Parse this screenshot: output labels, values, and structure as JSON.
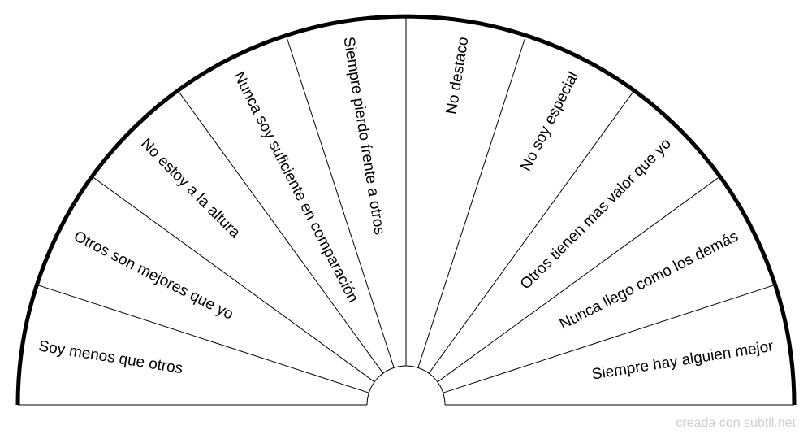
{
  "diagram": {
    "type": "semicircle-pendulum-chart",
    "segments": [
      "Soy menos que otros",
      "Otros son mejores que yo",
      "No estoy a la altura",
      "Nunca soy suficiente en comparación",
      "Siempre pierdo frente a otros",
      "No destaco",
      "No soy especial",
      "Otros tienen mas valor que yo",
      "Nunca llego como los demás",
      "Siempre hay alguien mejor"
    ]
  },
  "footer": {
    "credit": "creada con subtil.net"
  }
}
